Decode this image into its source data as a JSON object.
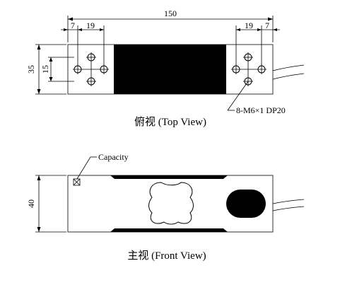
{
  "top_view": {
    "dim_total": "150",
    "dim_left_edge": "7",
    "dim_left_spacing": "19",
    "dim_right_spacing": "19",
    "dim_right_edge": "7",
    "dim_height": "35",
    "dim_hole_spacing": "15",
    "hole_callout": "8-M6×1 DP20",
    "caption": "俯视 (Top View)"
  },
  "front_view": {
    "capacity_label": "Capacity",
    "dim_height": "40",
    "caption": "主视 (Front View)"
  },
  "colors": {
    "line": "#000000",
    "fill_dark": "#000000",
    "body": "#ffffff"
  }
}
